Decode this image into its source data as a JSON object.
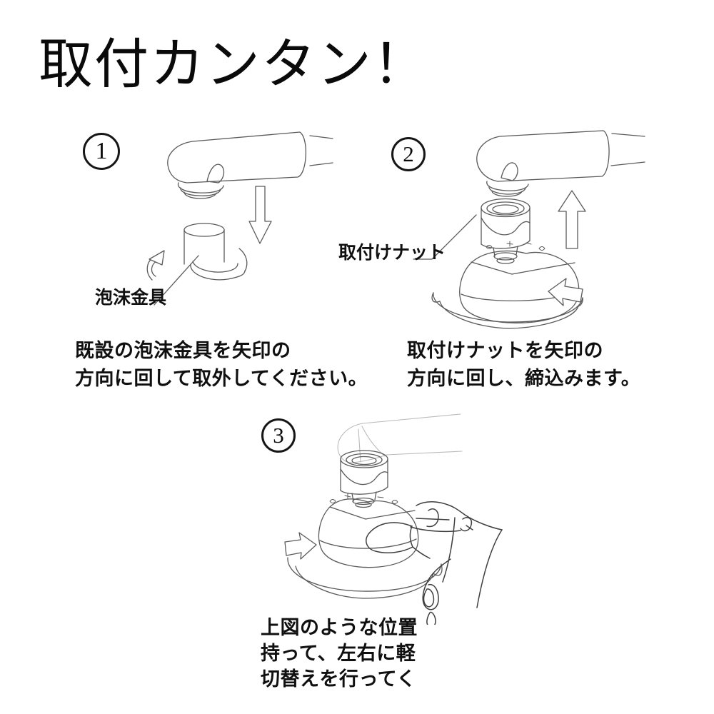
{
  "title": "取付カンタン！",
  "colors": {
    "background": "#ffffff",
    "line_art": "#5a5a5a",
    "faint_line_art": "#bbbbbb",
    "text": "#101010"
  },
  "steps": [
    {
      "number": "1",
      "part_label": "泡沫金具",
      "caption": [
        "既設の泡沫金具を矢印の",
        "方向に回して取外してください。"
      ],
      "illustration": "faucet-spout-with-aerator-and-down-arrow"
    },
    {
      "number": "2",
      "part_label": "取付けナット",
      "caption": [
        "取付けナットを矢印の",
        "方向に回し、締込みます。"
      ],
      "illustration": "faucet-spout-with-attachment-nut-and-up-arrow"
    },
    {
      "number": "3",
      "caption": [
        "上図のような位置",
        "持って、左右に軽",
        "切替えを行ってく"
      ],
      "illustration": "hand-rotating-attachment-body"
    }
  ]
}
